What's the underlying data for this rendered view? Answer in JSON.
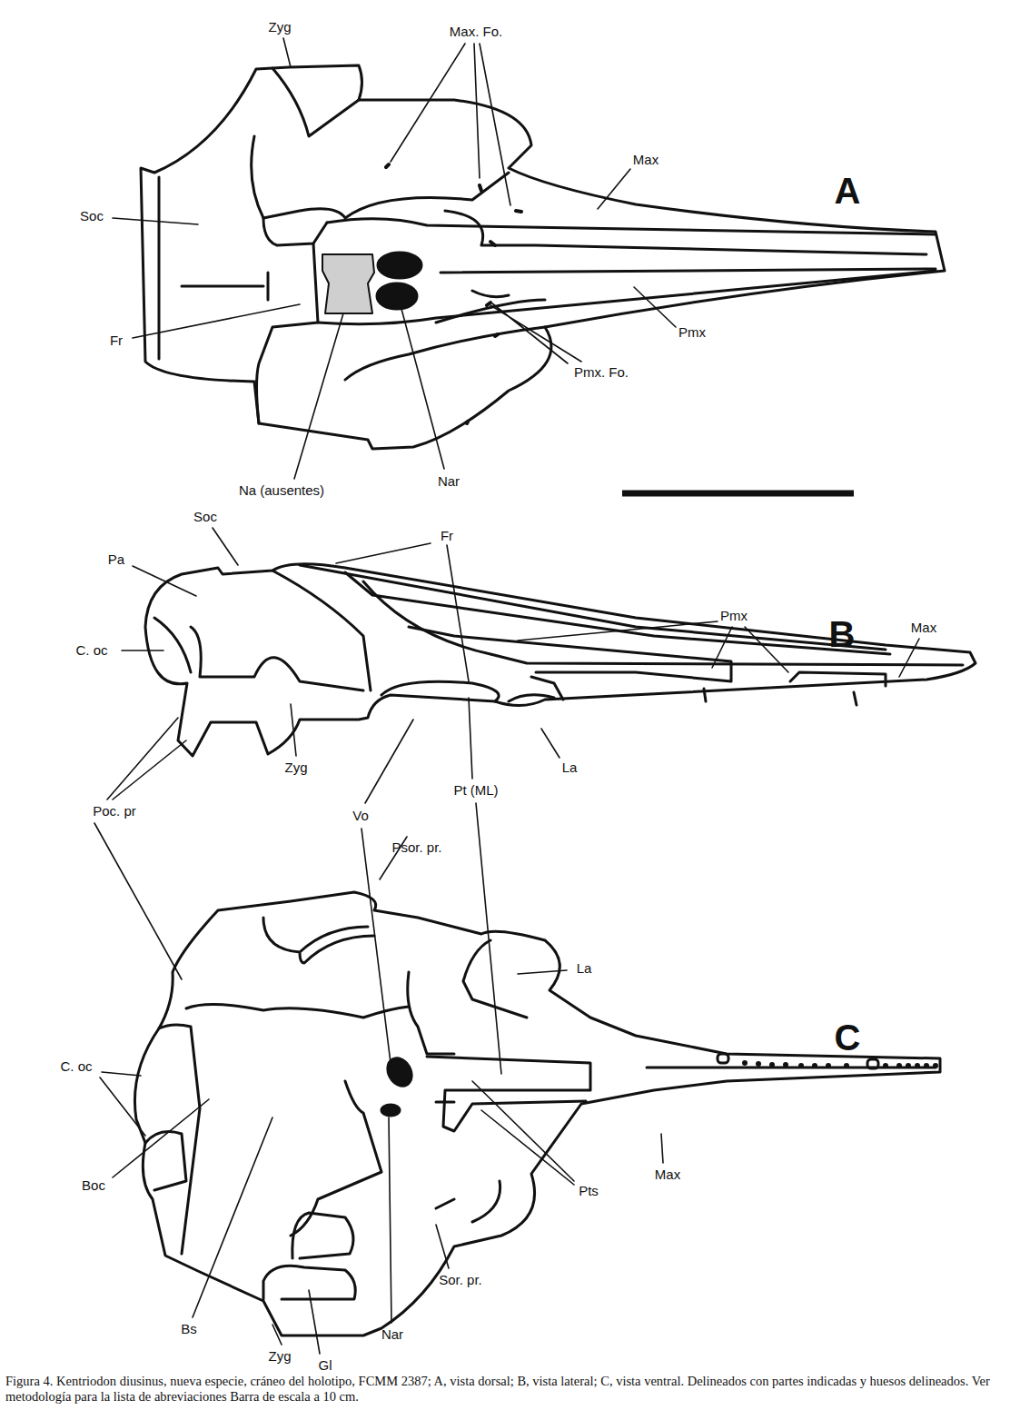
{
  "diagram": {
    "caption": "Figura 4. Kentriodon diusinus, nueva especie, cráneo del holotipo, FCMM 2387; A, vista dorsal; B, vista lateral; C, vista ventral. Delineados con partes indicadas y huesos delineados. Ver metodología para la lista de abreviaciones Barra de escala a 10 cm.",
    "labels": [
      "Zyg",
      "Max. Fo.",
      "Max",
      "A",
      "Soc",
      "Fr",
      "Pmx",
      "Pmx. Fo.",
      "Na (ausentes)",
      "Nar",
      "Soc",
      "Fr",
      "Pa",
      "Pmx",
      "B",
      "Max",
      "C. oc",
      "Zyg",
      "La",
      "Poc. pr",
      "Vo",
      "Pt (ML)",
      "Psor. pr.",
      "La",
      "C",
      "C. oc",
      "Boc",
      "Max",
      "Pts",
      "Sor. pr.",
      "Bs",
      "Zyg",
      "Gl",
      "Nar"
    ]
  }
}
